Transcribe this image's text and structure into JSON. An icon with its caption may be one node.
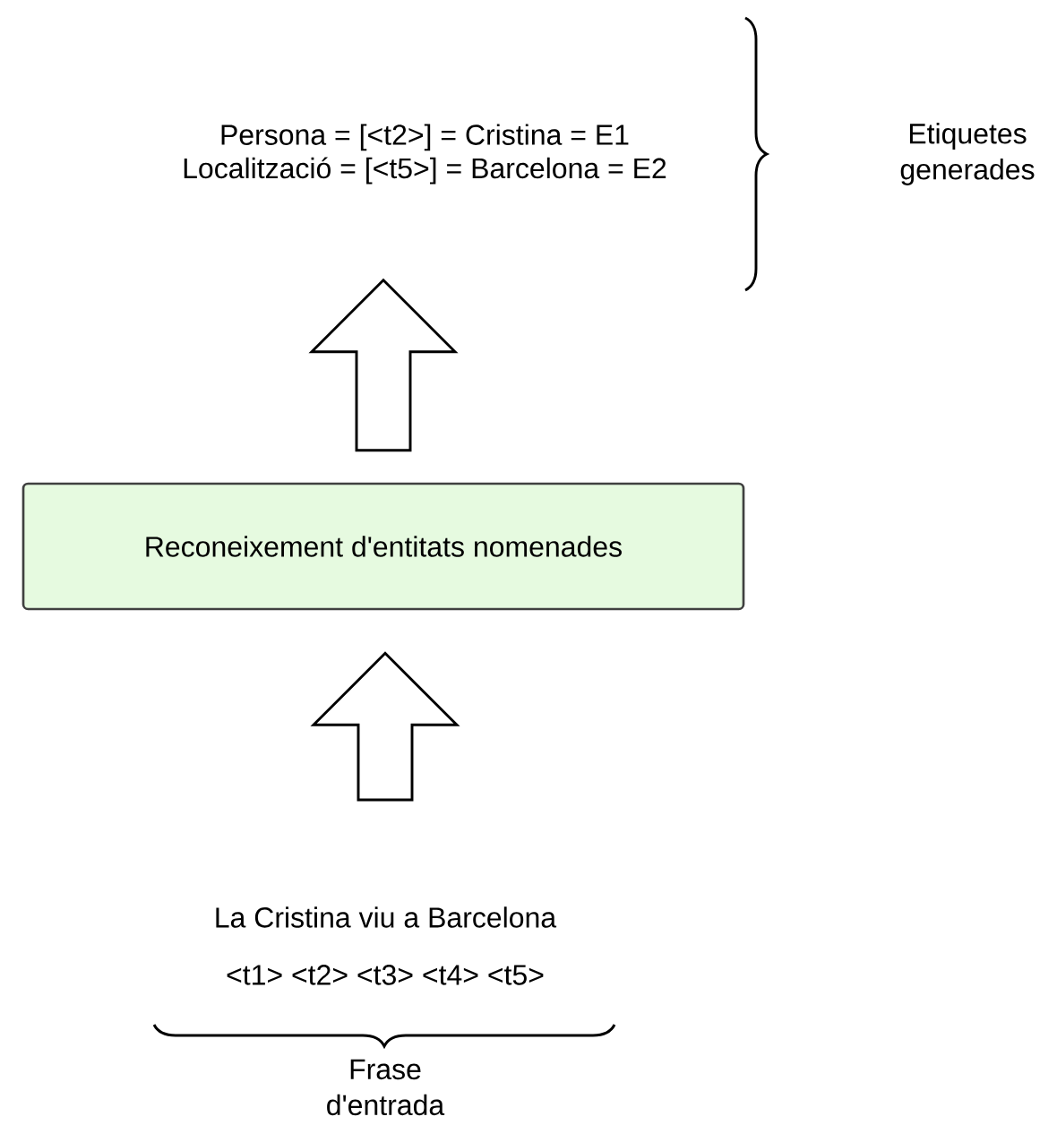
{
  "diagram": {
    "nodes": [
      {
        "text": [
          "La Cristina viu a Barcelona",
          "<t1> <t2> <t3> <t4> <t5>"
        ]
      },
      {
        "text": [
          "Reconeixement d'entitats nomenades"
        ]
      },
      {
        "text": [
          "Persona = [<t2>] = Cristina = E1",
          "Localització = [<t5>] = Barcelona = E2"
        ]
      }
    ],
    "edges": [
      {
        "from": 0,
        "to": 1,
        "arrow": "to"
      },
      {
        "from": 1,
        "to": 2,
        "arrow": "to"
      }
    ],
    "labels": [
      "Etiquetes generades",
      "Frase d'entrada"
    ]
  }
}
